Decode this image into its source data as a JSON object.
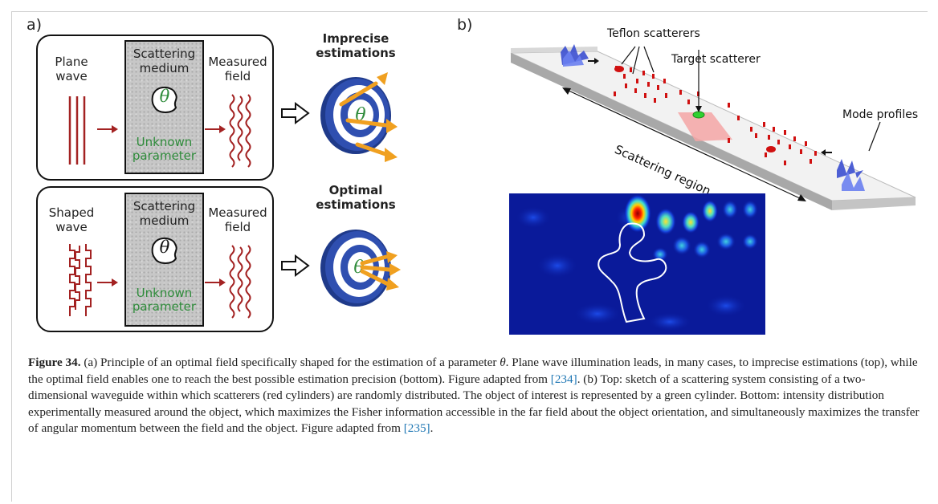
{
  "panel_a": {
    "label": "a)",
    "top_row": {
      "input_label": "Plane\nwave",
      "medium_label": "Scattering\nmedium",
      "output_label": "Measured\nfield",
      "unknown_label": "Unknown\nparameter",
      "theta": "θ",
      "result_title": "Imprecise\nestimations"
    },
    "bottom_row": {
      "input_label": "Shaped\nwave",
      "medium_label": "Scattering\nmedium",
      "output_label": "Measured\nfield",
      "unknown_label": "Unknown\nparameter",
      "theta": "θ",
      "result_title": "Optimal\nestimations"
    }
  },
  "panel_b": {
    "label": "b)",
    "teflon_label": "Teflon scatterers",
    "target_label": "Target scatterer",
    "mode_label": "Mode profiles",
    "region_label": "Scattering region"
  },
  "caption": {
    "fig_label": "Figure 34.",
    "part1": " (a) Principle of an optimal field specifically shaped for the estimation of a parameter ",
    "theta": "θ",
    "part2": ". Plane wave illumination leads, in many cases, to imprecise estimations (top), while the optimal field enables one to reach the best possible estimation precision (bottom). Figure adapted from ",
    "ref1": "[234]",
    "part3": ". (b) Top: sketch of a scattering system consisting of a two-dimensional waveguide within which scatterers (red cylinders) are randomly distributed. The object of interest is represented by a green cylinder. Bottom: intensity distribution experimentally measured around the object, which maximizes the Fisher information accessible in the far field about the object orientation, and simultaneously maximizes the transfer of angular momentum between the field and the object. Figure adapted from ",
    "ref2": "[235]",
    "part4": "."
  },
  "colors": {
    "wave_red": "#a32222",
    "unknown_green": "#2e8b3a",
    "target_navy": "#1f3a8a",
    "dart_orange": "#f0a020",
    "scatterer_red": "#d01010",
    "target_green": "#2fd12f",
    "heatmap_bg": "#0a1a9a",
    "reference_blue": "#1f77b4"
  },
  "icons": [
    "plane-wave-icon",
    "scattering-medium-icon",
    "measured-field-icon",
    "arrow-icon",
    "dartboard-icon",
    "dart-icon",
    "waveguide-icon",
    "heatmap-image"
  ]
}
